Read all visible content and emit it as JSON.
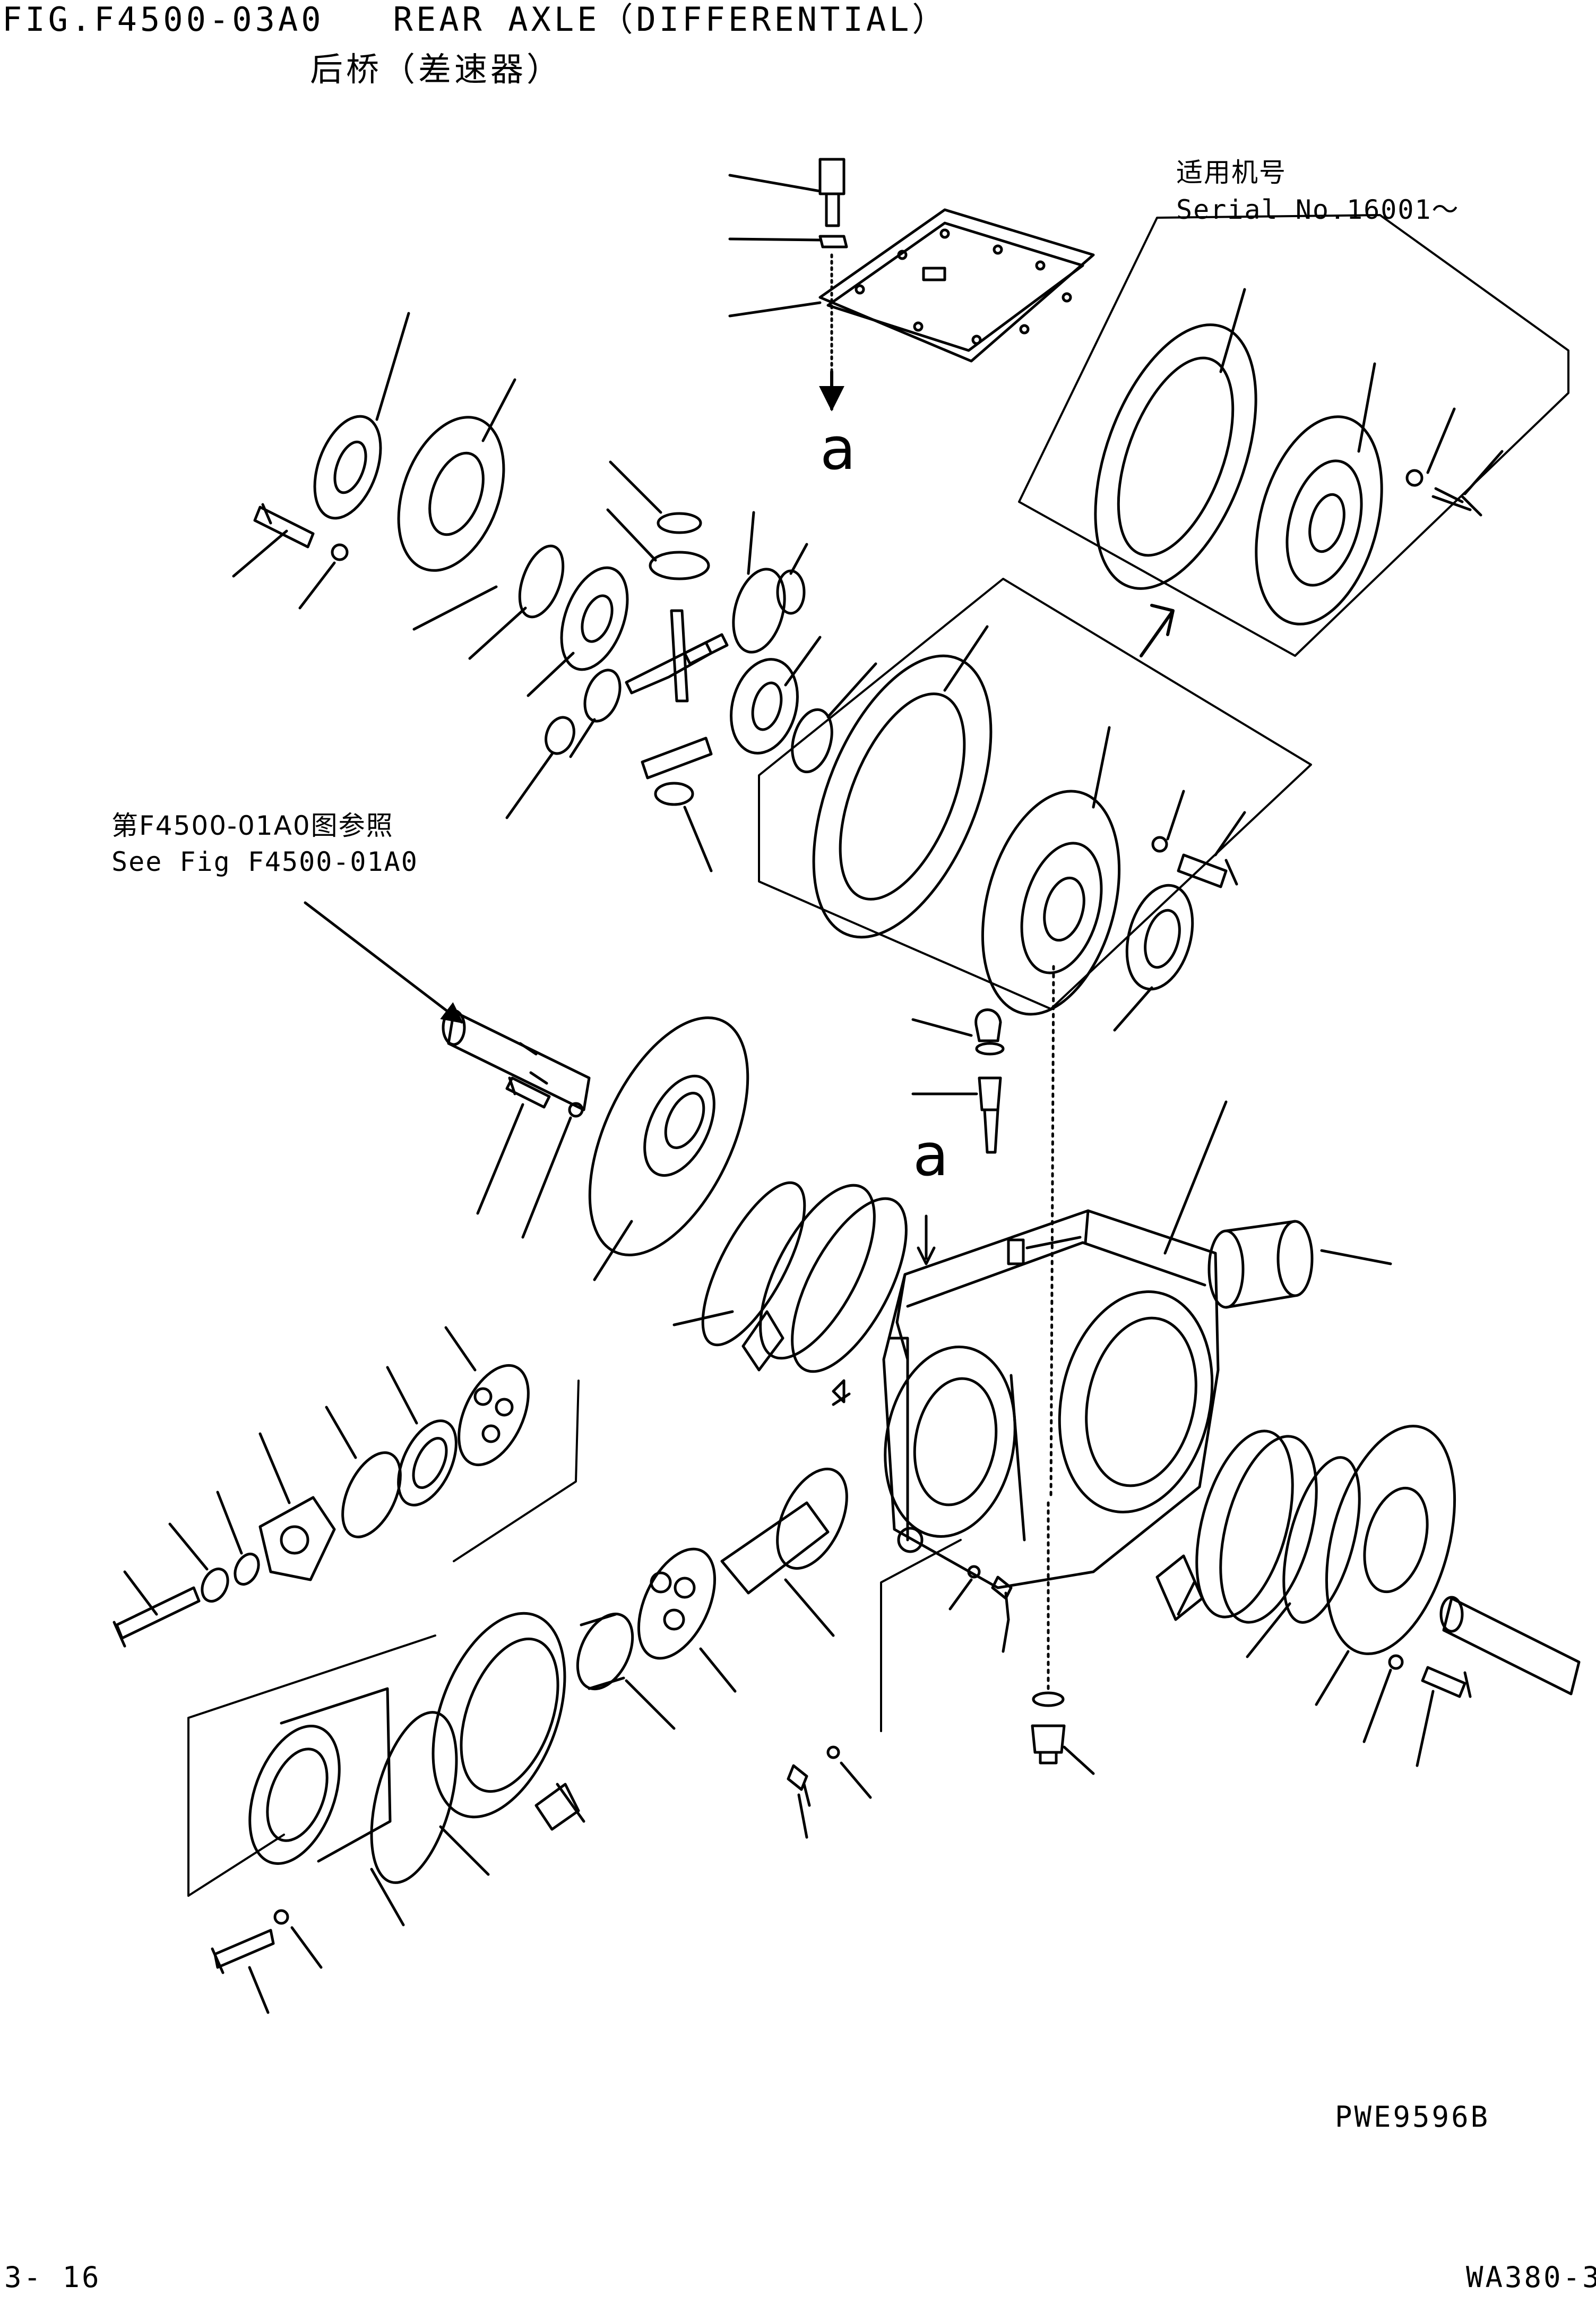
{
  "header": {
    "figure_line": "FIG.F4500-03A0   REAR AXLE（DIFFERENTIAL）",
    "chinese_title": "后桥（差速器）"
  },
  "serial_note": {
    "chinese": "适用机号",
    "english": "Serial No.16001～"
  },
  "see_note": {
    "chinese": "第F4500-01A0图参照",
    "english": "See Fig F4500-01A0"
  },
  "labels": {
    "a_top": "a",
    "a_mid": "a"
  },
  "footer": {
    "drawing_code": "PWE9596B",
    "page": "3- 16",
    "model": "WA380-3"
  }
}
